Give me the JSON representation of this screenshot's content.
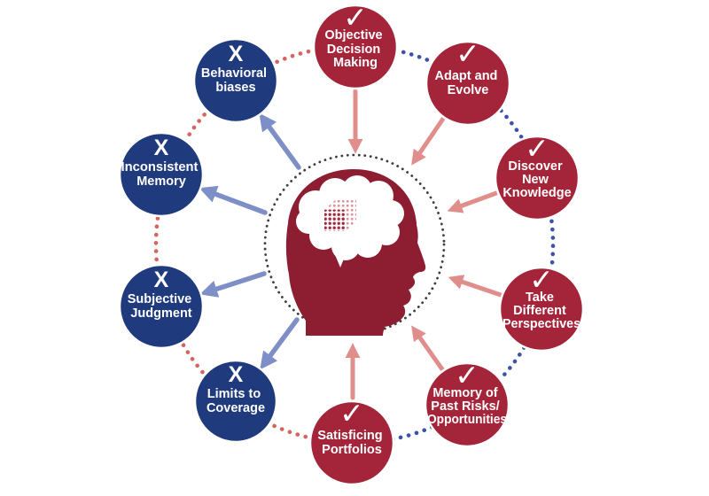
{
  "diagram": {
    "type": "radial-diagram",
    "background": "#FFFFFF",
    "colors": {
      "positive_circle": "#A42539",
      "negative_circle": "#1F3A7D",
      "positive_arrow": "#E08E8C",
      "negative_arrow": "#7E8EC7",
      "red_dots": "#D5635E",
      "blue_dots": "#3B51AB",
      "center_dots": "#3D3D3D",
      "head": "#8D1D31",
      "cube_dark": "#A8293D",
      "cube_light": "#D9939C",
      "label_text": "#FFFFFF"
    },
    "center_icon": "head-with-brain-and-lattice-cube",
    "nodes": {
      "objective": {
        "mark": "✓",
        "lines": [
          "Objective",
          "Decision",
          "Making"
        ]
      },
      "adapt": {
        "mark": "✓",
        "lines": [
          "Adapt and",
          "Evolve"
        ]
      },
      "discover": {
        "mark": "✓",
        "lines": [
          "Discover",
          "New",
          "Knowledge"
        ]
      },
      "perspectives": {
        "mark": "✓",
        "lines": [
          "Take",
          "Different",
          "Perspectives"
        ]
      },
      "memory_risks": {
        "mark": "✓",
        "lines": [
          "Memory of",
          "Past Risks/",
          "Opportunities"
        ]
      },
      "satisficing": {
        "mark": "✓",
        "lines": [
          "Satisficing",
          "Portfolios"
        ]
      },
      "behavioral": {
        "mark": "X",
        "lines": [
          "Behavioral",
          "biases"
        ]
      },
      "inconsistent": {
        "mark": "X",
        "lines": [
          "Inconsistent",
          "Memory"
        ]
      },
      "subjective": {
        "mark": "X",
        "lines": [
          "Subjective",
          "Judgment"
        ]
      },
      "limits": {
        "mark": "X",
        "lines": [
          "Limits to",
          "Coverage"
        ]
      }
    }
  }
}
